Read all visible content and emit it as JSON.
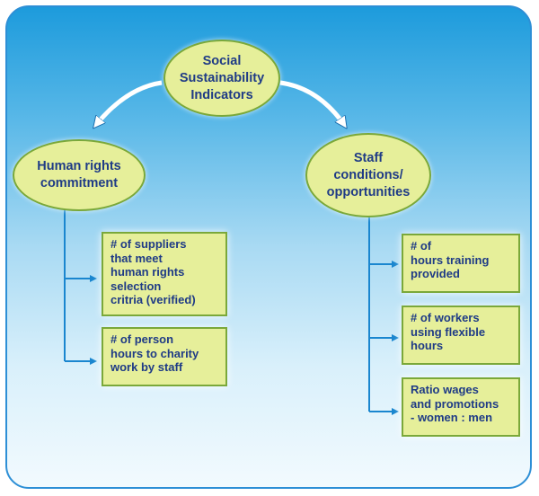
{
  "root": {
    "label": "Social\nSustainability\nIndicators"
  },
  "left_branch": {
    "label": "Human rights\ncommitment",
    "items": [
      {
        "label": "# of suppliers\nthat meet\nhuman rights\nselection\ncritria (verified)"
      },
      {
        "label": "# of person\nhours to charity\nwork by staff"
      }
    ]
  },
  "right_branch": {
    "label": "Staff\nconditions/\nopportunities",
    "items": [
      {
        "label": "# of\nhours training\nprovided"
      },
      {
        "label": "# of workers\nusing flexible\nhours"
      },
      {
        "label": "Ratio wages\nand promotions\n- women : men"
      }
    ]
  },
  "colors": {
    "node_fill": "#e6ef9a",
    "node_border": "#7aa83a",
    "text": "#1f3b86",
    "connector": "#1a86cf"
  }
}
